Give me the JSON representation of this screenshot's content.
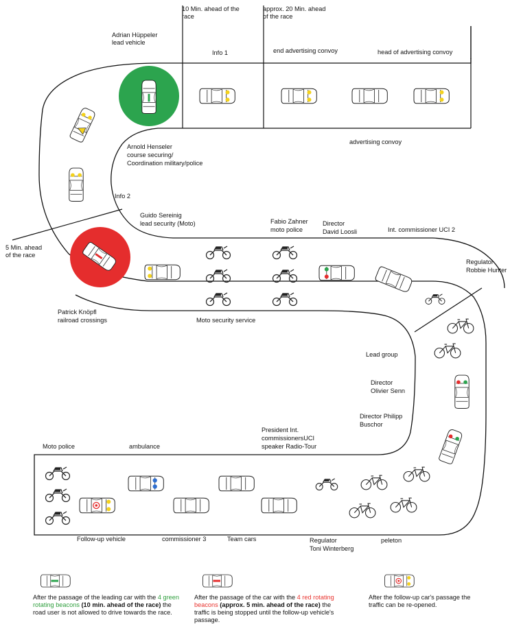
{
  "labels": {
    "ahead_10": "10 Min. ahead of the race",
    "ahead_20": "approx. 20 Min. ahead of the race",
    "lead_vehicle_name": "Adrian Hüppeler",
    "lead_vehicle_role": "lead vehicle",
    "info1": "Info 1",
    "end_convoy": "end advertising convoy",
    "head_convoy": "head of advertising convoy",
    "advertising_convoy": "advertising convoy",
    "henseler_name": "Arnold Henseler",
    "henseler_role1": "course securing/",
    "henseler_role2": "Coordination military/police",
    "info2": "Info 2",
    "sereinig_name": "Guido Sereinig",
    "sereinig_role": "lead security (Moto)",
    "zahner_name": "Fabio Zahner",
    "zahner_role": "moto police",
    "director": "Director",
    "loosli": "David Loosli",
    "uci2": "Int. commissioner UCI 2",
    "ahead_5a": "5 Min. ahead",
    "ahead_5b": "of the race",
    "regulator": "Regulator",
    "hunter": "Robbie Hunter",
    "knopfl_name": "Patrick Knöpfl",
    "knopfl_role": "railroad crossings",
    "moto_security": "Moto security service",
    "lead_group": "Lead group",
    "senn": "Olivier Senn",
    "director_philipp": "Director  Philipp",
    "buschor": "Buschor",
    "president1": "President Int.",
    "president2": "commissionersUCI",
    "president3": "speaker Radio-Tour",
    "moto_police": "Moto police",
    "ambulance": "ambulance",
    "followup": "Follow-up vehicle",
    "commissioner3": "commissioner 3",
    "team_cars": "Team cars",
    "regulator2": "Regulator",
    "winterberg": "Toni Winterberg",
    "peleton": "peleton"
  },
  "legend": {
    "l1_a": "After the passage of the leading car with the ",
    "l1_green": "4 green rotating beacons",
    "l1_bold": " (10 min. ahead of the race)",
    "l1_b": " the road user is not allowed to drive towards the race.",
    "l2_a": "After the passage of the car with the ",
    "l2_red": "4 red rotating beacons",
    "l2_bold": " (approx. 5 min. ahead of the race)",
    "l2_b": " the traffic is being stopped until the follow-up vehicle's passage.",
    "l3": "After the follow-up car's passage the traffic can be re-opened."
  },
  "colors": {
    "green_zone": "#2ca44e",
    "red_zone": "#e52d2d",
    "beacon_yellow": "#f4d21c",
    "beacon_green": "#2ca44e",
    "beacon_red": "#e52d2d",
    "beacon_blue": "#2f6fd0"
  }
}
